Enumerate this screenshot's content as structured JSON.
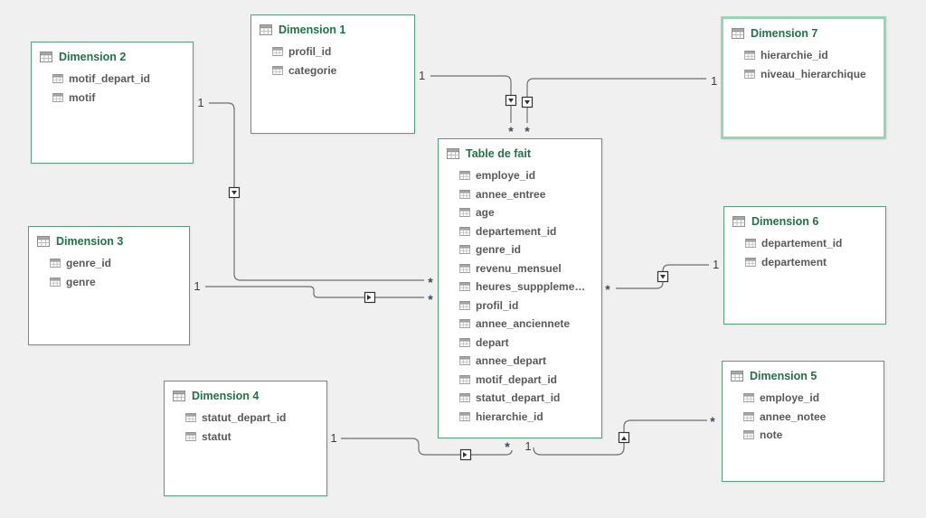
{
  "diagram": {
    "kind": "data-model-diagram",
    "background_color": "#f0f0f0",
    "table_border_color": "#5a9c77",
    "selected_border_color": "#97d6b2",
    "title_color": "#217346",
    "field_color": "#595959",
    "line_color": "#6e6e6e"
  },
  "tables": [
    {
      "id": "dimension-2",
      "title": "Dimension 2",
      "fields": [
        "motif_depart_id",
        "motif"
      ]
    },
    {
      "id": "dimension-1",
      "title": "Dimension 1",
      "fields": [
        "profil_id",
        "categorie"
      ]
    },
    {
      "id": "dimension-7",
      "title": "Dimension 7",
      "selected": true,
      "fields": [
        "hierarchie_id",
        "niveau_hierarchique"
      ]
    },
    {
      "id": "table-de-fait",
      "title": "Table de fait",
      "fields": [
        "employe_id",
        "annee_entree",
        "age",
        "departement_id",
        "genre_id",
        "revenu_mensuel",
        "heures_supppleme…",
        "profil_id",
        "annee_anciennete",
        "depart",
        "annee_depart",
        "motif_depart_id",
        "statut_depart_id",
        "hierarchie_id"
      ]
    },
    {
      "id": "dimension-3",
      "title": "Dimension 3",
      "fields": [
        "genre_id",
        "genre"
      ]
    },
    {
      "id": "dimension-6",
      "title": "Dimension 6",
      "fields": [
        "departement_id",
        "departement"
      ]
    },
    {
      "id": "dimension-4",
      "title": "Dimension 4",
      "fields": [
        "statut_depart_id",
        "statut"
      ]
    },
    {
      "id": "dimension-5",
      "title": "Dimension 5",
      "fields": [
        "employe_id",
        "annee_notee",
        "note"
      ]
    }
  ],
  "relationships": [
    {
      "from": "Dimension 1",
      "to": "Table de fait",
      "one_label": "1",
      "many_label": "*"
    },
    {
      "from": "Dimension 7",
      "to": "Table de fait",
      "one_label": "1",
      "many_label": "*"
    },
    {
      "from": "Dimension 2",
      "to": "Table de fait",
      "one_label": "1",
      "many_label": "*"
    },
    {
      "from": "Dimension 3",
      "to": "Table de fait",
      "one_label": "1",
      "many_label": "*"
    },
    {
      "from": "Dimension 6",
      "to": "Table de fait",
      "one_label": "1",
      "many_label": "*"
    },
    {
      "from": "Dimension 4",
      "to": "Table de fait",
      "one_label": "1",
      "many_label": "*"
    },
    {
      "from": "Table de fait",
      "to": "Dimension 5",
      "one_label": "1",
      "many_label": "*"
    }
  ]
}
